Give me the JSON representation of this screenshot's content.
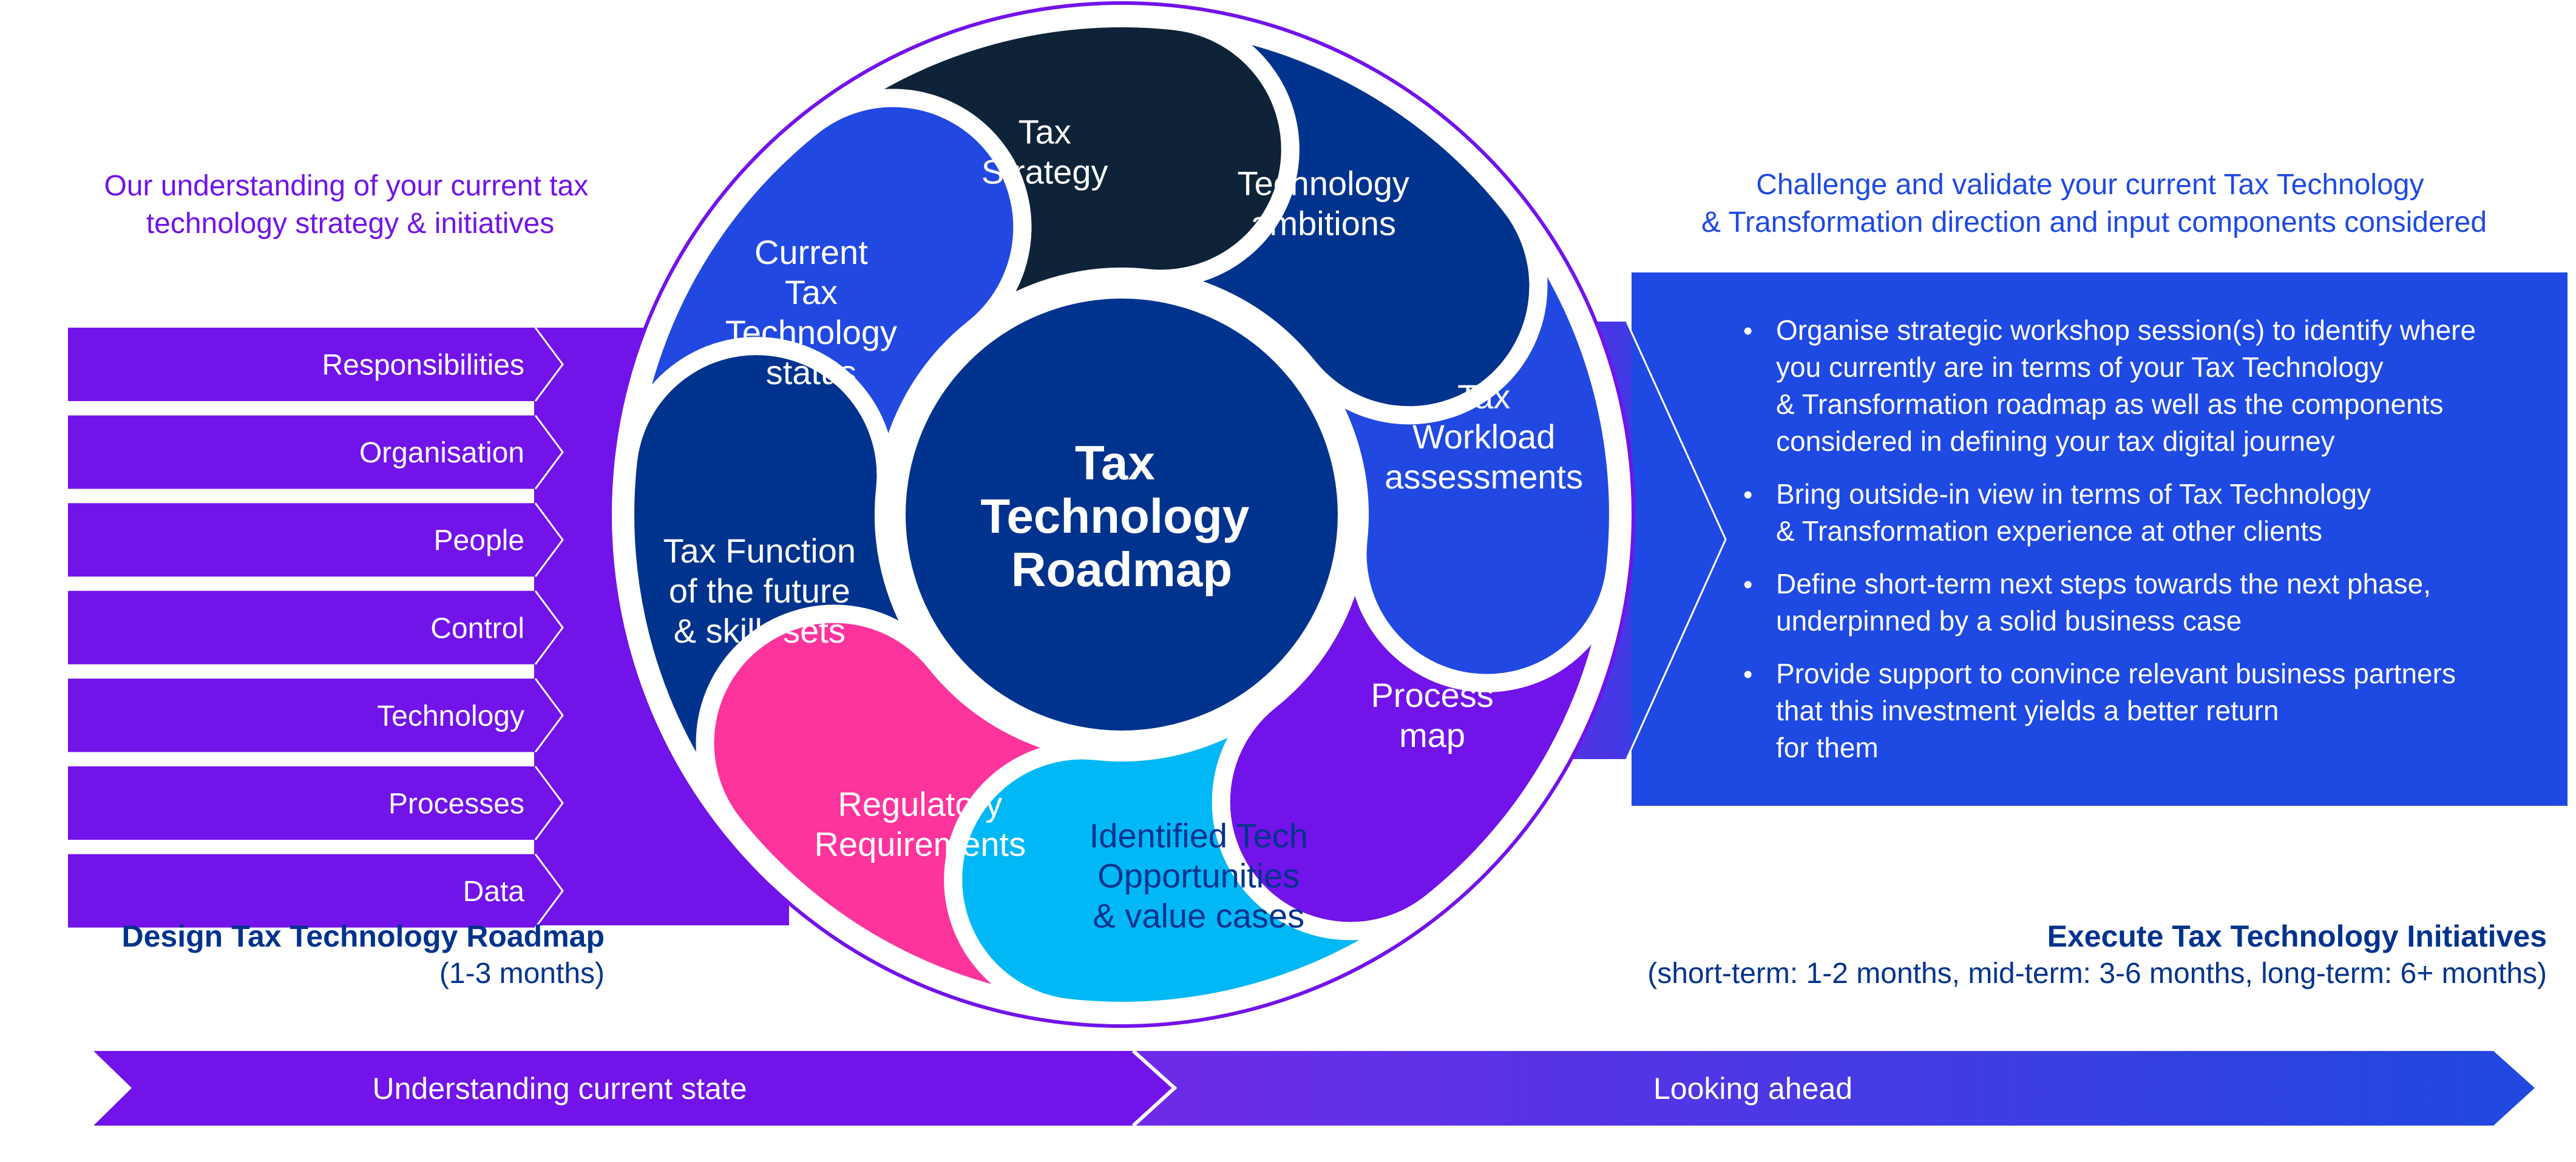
{
  "colors": {
    "purple": "#7213ea",
    "blue": "#1e49e2",
    "navy": "#00338d",
    "dark": "#0f2338",
    "pink": "#fd349c",
    "cyan": "#00b8f5"
  },
  "left_heading": [
    "Our understanding of your current tax",
    "technology strategy & initiatives"
  ],
  "left_items": [
    "Responsibilities",
    "Organisation",
    "People",
    "Control",
    "Technology",
    "Processes",
    "Data"
  ],
  "center_title": [
    "Tax",
    "Technology",
    "Roadmap"
  ],
  "petals": [
    {
      "lines": [
        "Tax",
        "Strategy"
      ],
      "color": "#0f2338",
      "text_color": "#ffffff"
    },
    {
      "lines": [
        "Technology",
        "ambitions"
      ],
      "color": "#00338d",
      "text_color": "#ffffff"
    },
    {
      "lines": [
        "Tax",
        "Workload",
        "assessments"
      ],
      "color": "#2149e1",
      "text_color": "#ffffff"
    },
    {
      "lines": [
        "Process",
        "map"
      ],
      "color": "#7213ea",
      "text_color": "#ffffff"
    },
    {
      "lines": [
        "Identified Tech",
        "Opportunities",
        "& value cases"
      ],
      "color": "#00b8f5",
      "text_color": "#00338d"
    },
    {
      "lines": [
        "Regulatory",
        "Requirements"
      ],
      "color": "#fd349c",
      "text_color": "#ffffff"
    },
    {
      "lines": [
        "Tax Function",
        "of the future",
        "& skill- sets"
      ],
      "color": "#00338d",
      "text_color": "#ffffff"
    },
    {
      "lines": [
        "Current",
        "Tax",
        "Technology",
        "status"
      ],
      "color": "#2149e1",
      "text_color": "#ffffff"
    }
  ],
  "right_heading": [
    "Challenge and validate your current Tax Technology",
    "& Transformation direction and input components considered"
  ],
  "right_bullets": [
    [
      "Organise strategic workshop session(s) to identify where",
      "you currently are in terms of your Tax Technology",
      "& Transformation roadmap as well as the components",
      "considered in defining your tax digital journey"
    ],
    [
      "Bring outside-in view in terms of Tax Technology",
      "& Transformation experience at other clients"
    ],
    [
      "Define short-term next steps towards the next phase,",
      "underpinned by a solid business case"
    ],
    [
      "Provide support to convince relevant business partners",
      "that this investment yields a better return",
      "for them"
    ]
  ],
  "bullet_char": "•",
  "design": {
    "title": "Design Tax Technology Roadmap",
    "duration": "(1-3 months)"
  },
  "execute": {
    "title": "Execute Tax Technology Initiatives",
    "duration": "(short-term: 1-2 months, mid-term: 3-6 months, long-term: 6+ months)"
  },
  "phases": [
    "Understanding current state",
    "Looking ahead"
  ]
}
